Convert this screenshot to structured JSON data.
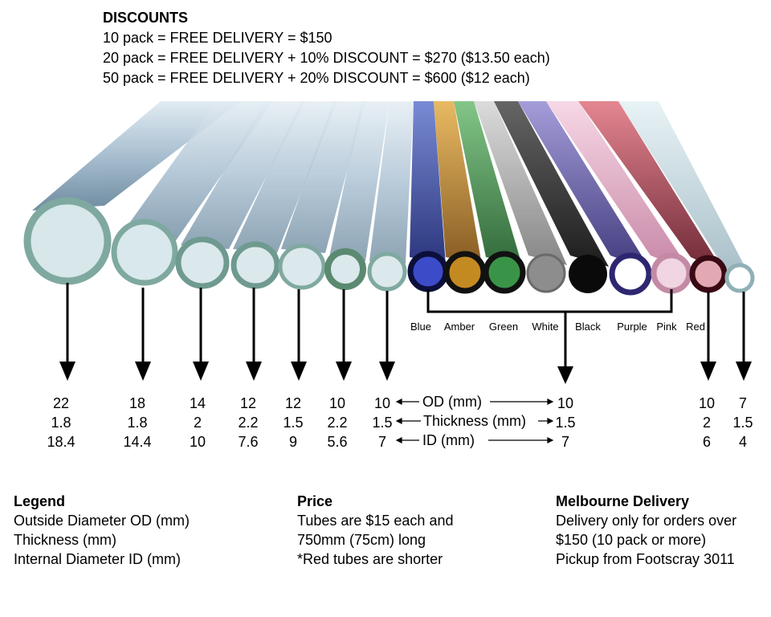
{
  "discounts": {
    "title": "DISCOUNTS",
    "lines": [
      "10 pack = FREE DELIVERY = $150",
      "20 pack = FREE DELIVERY + 10% DISCOUNT = $270 ($13.50 each)",
      "50 pack = FREE DELIVERY + 20% DISCOUNT = $600 ($12 each)"
    ]
  },
  "colors": [
    "Blue",
    "Amber",
    "Green",
    "White",
    "Black",
    "Purple",
    "Pink",
    "Red"
  ],
  "columns": [
    {
      "od": "22",
      "thickness": "1.8",
      "id": "18.4"
    },
    {
      "od": "18",
      "thickness": "1.8",
      "id": "14.4"
    },
    {
      "od": "14",
      "thickness": "2",
      "id": "10"
    },
    {
      "od": "12",
      "thickness": "2.2",
      "id": "7.6"
    },
    {
      "od": "12",
      "thickness": "1.5",
      "id": "9"
    },
    {
      "od": "10",
      "thickness": "2.2",
      "id": "5.6"
    },
    {
      "od": "10",
      "thickness": "1.5",
      "id": "7"
    },
    {
      "od": "10",
      "thickness": "1.5",
      "id": "7"
    },
    {
      "od": "10",
      "thickness": "2",
      "id": "6"
    },
    {
      "od": "7",
      "thickness": "1.5",
      "id": "4"
    }
  ],
  "row_labels": {
    "od": "OD (mm)",
    "thickness": "Thickness (mm)",
    "id": "ID (mm)"
  },
  "legend": {
    "title": "Legend",
    "lines": [
      "Outside Diameter OD (mm)",
      "Thickness (mm)",
      "Internal Diameter ID (mm)"
    ]
  },
  "price": {
    "title": "Price",
    "lines": [
      "Tubes are $15 each and",
      "750mm (75cm) long",
      "*Red tubes are shorter"
    ]
  },
  "delivery": {
    "title": "Melbourne Delivery",
    "lines": [
      "Delivery only for orders over",
      "$150 (10 pack or more)",
      "Pickup from Footscray 3011"
    ]
  },
  "tube_colors": {
    "clear_rim": "#8fb7ad",
    "blue": "#1f2fa8",
    "amber": "#c8861a",
    "green": "#2f8a3a",
    "white": "#8a8a8a",
    "black": "#111111",
    "purple": "#4a3f9e",
    "pink": "#e6a8c6",
    "red": "#8a1c2c"
  }
}
